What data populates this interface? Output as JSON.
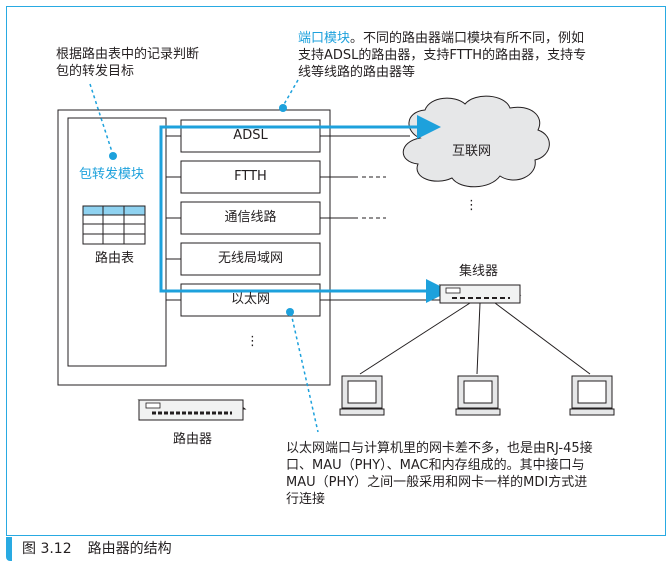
{
  "figure": {
    "number": "图 3.12",
    "title": "路由器的结构"
  },
  "annotations": {
    "routing_note": [
      "根据路由表中的记录判断",
      "包的转发目标"
    ],
    "port_note_title": "端口模块",
    "port_note_lines": [
      "。不同的路由器端口模块有所不同，例如",
      "支持ADSL的路由器，支持FTTH的路由器，支持专",
      "线等线路的路由器等"
    ],
    "ethernet_note": [
      "以太网端口与计算机里的网卡差不多，也是由RJ-45接",
      "口、MAU（PHY）、MAC和内存组成的。其中接口与",
      "MAU（PHY）之间一般采用和网卡一样的MDI方式进",
      "行连接"
    ]
  },
  "router": {
    "forwarding_module": "包转发模块",
    "routing_table": "路由表",
    "ports": [
      "ADSL",
      "FTTH",
      "通信线路",
      "无线局域网",
      "以太网"
    ],
    "ports_more": "⋮",
    "device_label": "路由器"
  },
  "network": {
    "internet": "互联网",
    "internet_more": "⋮",
    "hub": "集线器"
  },
  "colors": {
    "accent": "#29aae2",
    "arrow": "#1da1dc",
    "cloud": "#e6e7e8"
  }
}
